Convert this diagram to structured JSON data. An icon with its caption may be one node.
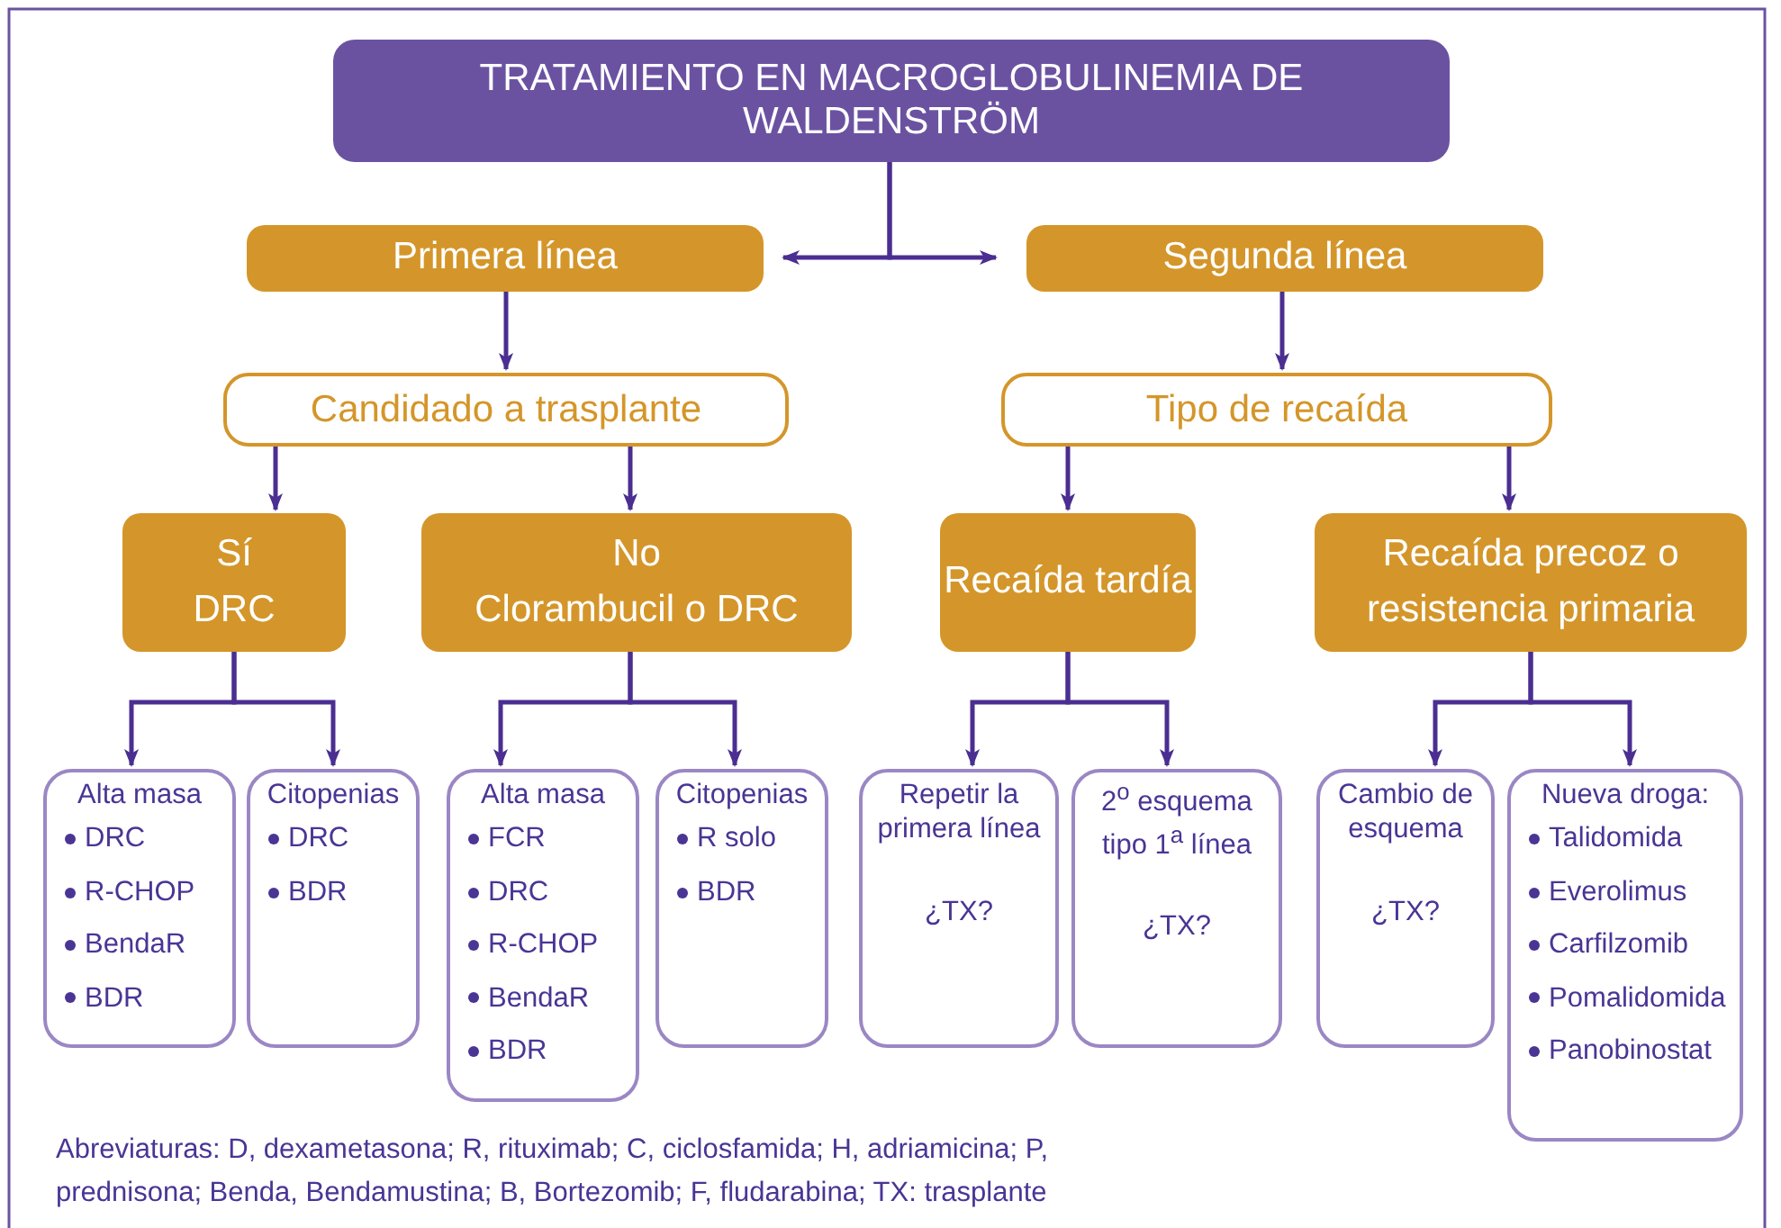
{
  "diagram": {
    "nodes": [
      {
        "text": [
          "TRATAMIENTO EN MACROGLOBULINEMIA DE WALDENSTRÖM"
        ]
      },
      {
        "text": [
          "Primera línea"
        ]
      },
      {
        "text": [
          "Segunda línea"
        ]
      },
      {
        "text": [
          "Candidado a trasplante"
        ]
      },
      {
        "text": [
          "Tipo de recaída"
        ]
      },
      {
        "text": [
          "Sí",
          "DRC"
        ]
      },
      {
        "text": [
          "No",
          "Clorambucil o DRC"
        ]
      },
      {
        "text": [
          "Recaída tardía"
        ]
      },
      {
        "text": [
          "Recaída precoz o resistencia primaria"
        ]
      },
      {
        "text": [
          "Alta masa",
          "DRC",
          "R-CHOP",
          "BendaR",
          "BDR"
        ]
      },
      {
        "text": [
          "Citopenias",
          "DRC",
          "BDR"
        ]
      },
      {
        "text": [
          "Alta masa",
          "FCR",
          "DRC",
          "R-CHOP",
          "BendaR",
          "BDR"
        ]
      },
      {
        "text": [
          "Citopenias",
          "R solo",
          "BDR"
        ]
      },
      {
        "text": [
          "Repetir la primera línea",
          "¿TX?"
        ]
      },
      {
        "text": [
          "2$^{o}$ esquema tipo 1$^{a}$ línea",
          "¿TX?"
        ]
      },
      {
        "text": [
          "Cambio de esquema",
          "¿TX?"
        ]
      },
      {
        "text": [
          "Nueva droga:",
          "Talidomida",
          "Everolimus",
          "Carfilzomib",
          "Pomalidomida",
          "Panobinostat"
        ]
      }
    ],
    "edges": [
      {
        "from": 0,
        "to": 1,
        "arrow": "to"
      },
      {
        "from": 0,
        "to": 2,
        "arrow": "to"
      },
      {
        "from": 1,
        "to": 3,
        "arrow": "to"
      },
      {
        "from": 2,
        "to": 4,
        "arrow": "to"
      },
      {
        "from": 3,
        "to": 5,
        "arrow": "to"
      },
      {
        "from": 3,
        "to": 6,
        "arrow": "to"
      },
      {
        "from": 4,
        "to": 7,
        "arrow": "to"
      },
      {
        "from": 4,
        "to": 8,
        "arrow": "to"
      },
      {
        "from": 5,
        "to": 9,
        "arrow": "to"
      },
      {
        "from": 5,
        "to": 10,
        "arrow": "to"
      },
      {
        "from": 6,
        "to": 11,
        "arrow": "to"
      },
      {
        "from": 6,
        "to": 12,
        "arrow": "to"
      },
      {
        "from": 7,
        "to": 13,
        "arrow": "to"
      },
      {
        "from": 7,
        "to": 14,
        "arrow": "to"
      },
      {
        "from": 8,
        "to": 15,
        "arrow": "to"
      },
      {
        "from": 8,
        "to": 16,
        "arrow": "to"
      }
    ],
    "labels": [
      "Abreviaturas: D, dexametasona; R, rituximab; C, ciclosfamida; H, adriamicina; P, prednisona; Benda, Bendamustina; B, Bortezomib; F, fludarabina; TX: trasplante"
    ]
  }
}
